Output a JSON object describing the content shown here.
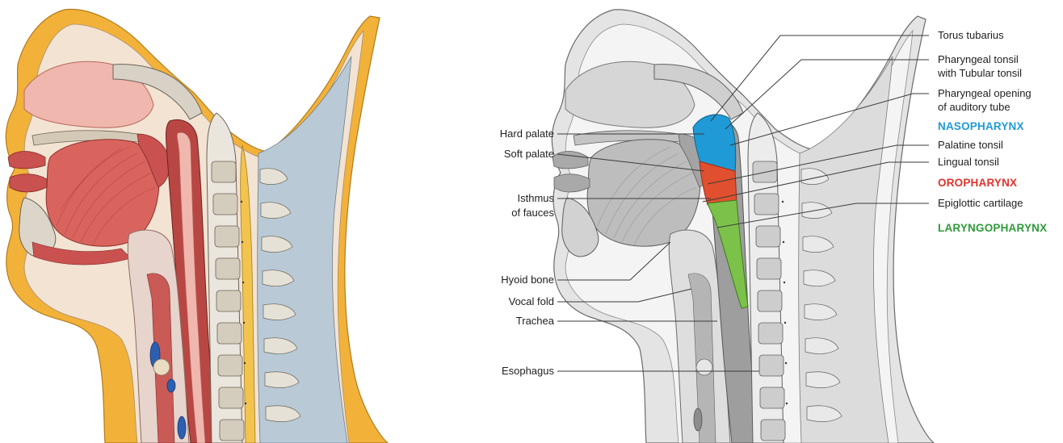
{
  "labels_left": {
    "hard_palate": "Hard palate",
    "soft_palate": "Soft palate",
    "isthmus_line1": "Isthmus",
    "isthmus_line2": "of fauces",
    "hyoid_bone": "Hyoid bone",
    "vocal_fold": "Vocal fold",
    "trachea": "Trachea",
    "esophagus": "Esophagus"
  },
  "labels_right": {
    "torus_tubarius": "Torus tubarius",
    "pharyngeal_tonsil_line1": "Pharyngeal tonsil",
    "pharyngeal_tonsil_line2": "with Tubular tonsil",
    "pharyngeal_opening_line1": "Pharyngeal opening",
    "pharyngeal_opening_line2": "of auditory tube",
    "palatine_tonsil": "Palatine tonsil",
    "lingual_tonsil": "Lingual tonsil",
    "epiglottic_cartilage": "Epiglottic cartilage"
  },
  "regions": {
    "nasopharynx": "NASOPHARYNX",
    "oropharynx": "OROPHARYNX",
    "laryngopharynx": "LARYNGOPHARYNX"
  },
  "colors": {
    "nasopharynx": "#1f9ad6",
    "oropharynx": "#e0332b",
    "laryngopharynx": "#2f9a3a",
    "fat_layer": "#f2b23a",
    "muscle": "#c9514f",
    "tongue": "#d9645e",
    "mucosa_pink": "#f0b7ae",
    "neck_fascia": "#b9cad6"
  },
  "icons": {
    "left_illustration": "colored-head-neck-sagittal-section",
    "right_illustration": "grayscale-head-neck-sagittal-section"
  }
}
